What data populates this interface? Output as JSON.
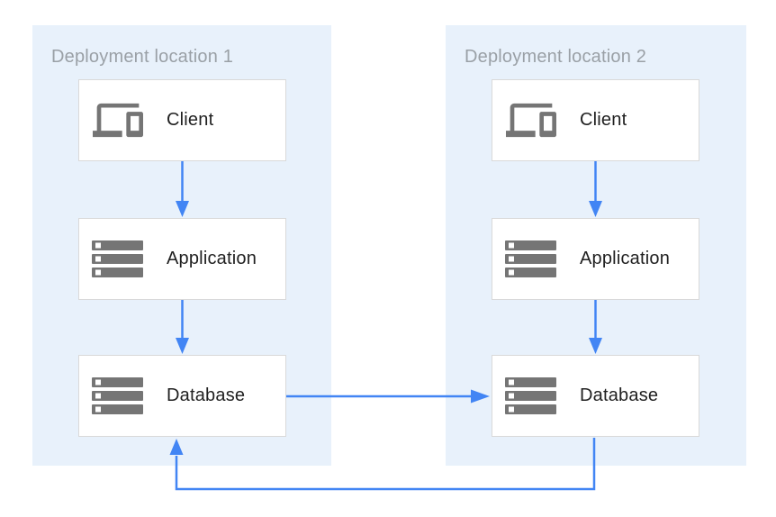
{
  "diagram": {
    "groups": [
      {
        "title": "Deployment location 1",
        "nodes": [
          {
            "label": "Client",
            "icon": "devices-icon"
          },
          {
            "label": "Application",
            "icon": "server-stack-icon"
          },
          {
            "label": "Database",
            "icon": "server-stack-icon"
          }
        ]
      },
      {
        "title": "Deployment location 2",
        "nodes": [
          {
            "label": "Client",
            "icon": "devices-icon"
          },
          {
            "label": "Application",
            "icon": "server-stack-icon"
          },
          {
            "label": "Database",
            "icon": "server-stack-icon"
          }
        ]
      }
    ],
    "connections": [
      {
        "from": "location1-client",
        "to": "location1-application",
        "direction": "down"
      },
      {
        "from": "location1-application",
        "to": "location1-database",
        "direction": "down"
      },
      {
        "from": "location2-client",
        "to": "location2-application",
        "direction": "down"
      },
      {
        "from": "location2-application",
        "to": "location2-database",
        "direction": "down"
      },
      {
        "from": "location1-database",
        "to": "location2-database",
        "direction": "right"
      },
      {
        "from": "location2-database",
        "to": "location1-database",
        "direction": "loop-bottom"
      }
    ],
    "colors": {
      "panel_bg": "#e8f1fb",
      "arrow": "#4285f4",
      "box_border": "#d9d9d9",
      "box_bg": "#ffffff",
      "icon": "#757575",
      "title_text": "#9aa0a6",
      "label_text": "#212121"
    }
  }
}
